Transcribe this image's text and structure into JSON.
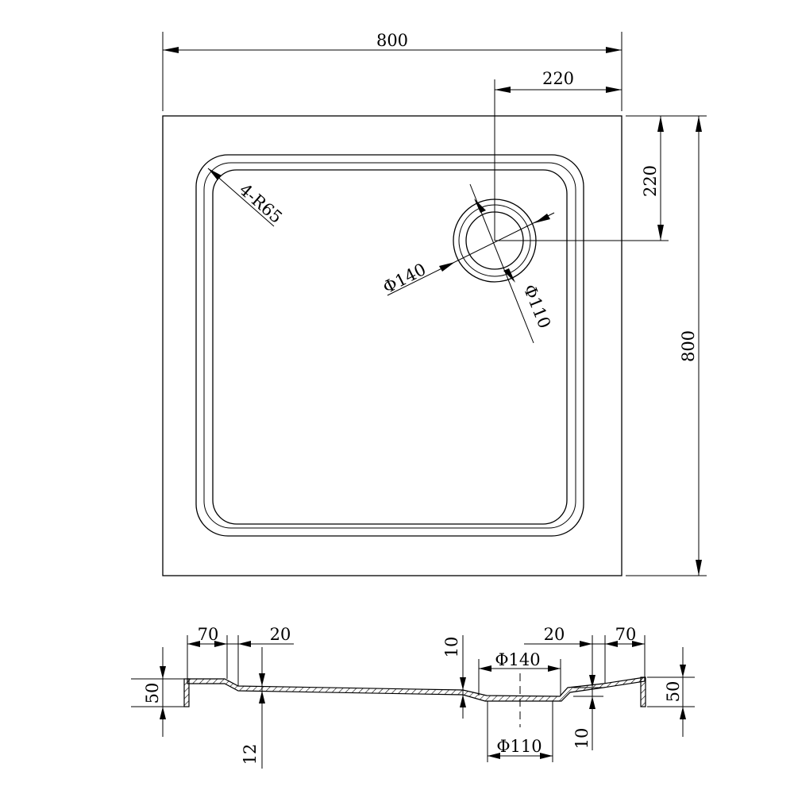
{
  "plan_view": {
    "width_dim": "800",
    "height_dim": "800",
    "drain_x_dim": "220",
    "drain_y_dim": "220",
    "corner_radius_label": "4-R65",
    "drain_outer_label": "Φ140",
    "drain_inner_label": "Φ110"
  },
  "section_view": {
    "left_rim_width": "70",
    "left_step_width": "20",
    "right_step_width": "20",
    "right_rim_width": "70",
    "left_height": "50",
    "right_height": "50",
    "left_floor_thickness": "12",
    "drain_depth_upper": "10",
    "drain_depth_lower": "10",
    "drain_outer_label": "Φ140",
    "drain_inner_label": "Φ110"
  }
}
